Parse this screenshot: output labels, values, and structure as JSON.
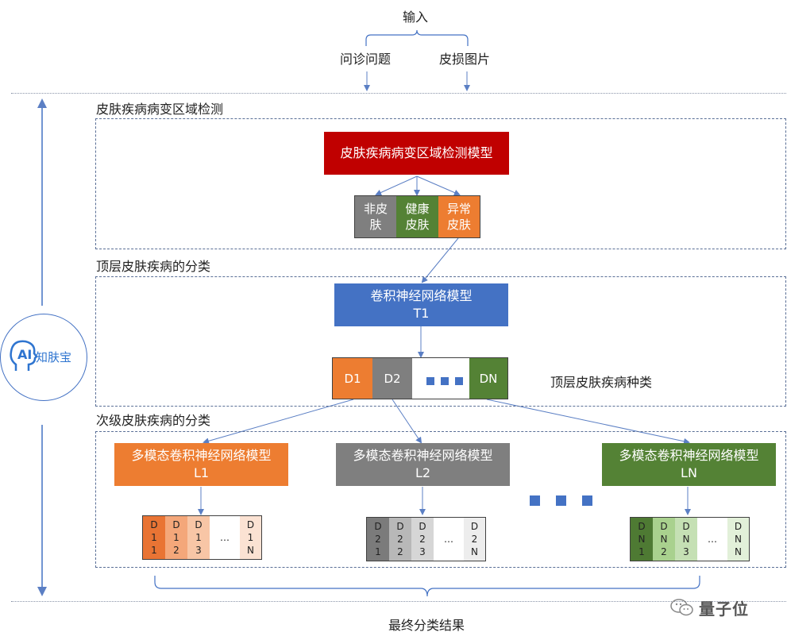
{
  "top": {
    "input": "输入",
    "left_input": "问诊问题",
    "right_input": "皮损图片"
  },
  "section1": {
    "title": "皮肤疾病病变区域检测",
    "model": "皮肤疾病病变区域检测模型",
    "cells": [
      {
        "lines": [
          "非皮",
          "肤"
        ],
        "color": "#7f7f7f"
      },
      {
        "lines": [
          "健康",
          "皮肤"
        ],
        "color": "#548235"
      },
      {
        "lines": [
          "异常",
          "皮肤"
        ],
        "color": "#ed7d31"
      }
    ]
  },
  "section2": {
    "title": "顶层皮肤疾病的分类",
    "model_line1": "卷积神经网络模型",
    "model_line2": "T1",
    "cells": [
      "D1",
      "D2",
      "DN"
    ],
    "side_label": "顶层皮肤疾病种类"
  },
  "section3": {
    "title": "次级皮肤疾病的分类",
    "models": [
      {
        "line1": "多模态卷积神经网络模型",
        "line2": "L1",
        "color": "#ed7d31"
      },
      {
        "line1": "多模态卷积神经网络模型",
        "line2": "L2",
        "color": "#7f7f7f"
      },
      {
        "line1": "多模态卷积神经网络模型",
        "line2": "LN",
        "color": "#548235"
      }
    ],
    "groups": [
      {
        "cells": [
          {
            "chars": [
              "D",
              "1",
              "1"
            ],
            "bg": "#e97434",
            "fg": "#222"
          },
          {
            "chars": [
              "D",
              "1",
              "2"
            ],
            "bg": "#f4a77a",
            "fg": "#222"
          },
          {
            "chars": [
              "D",
              "1",
              "3"
            ],
            "bg": "#f8c6a6",
            "fg": "#222"
          },
          {
            "chars": [
              "…"
            ],
            "bg": "#ffffff",
            "fg": "#222"
          },
          {
            "chars": [
              "D",
              "1",
              "N"
            ],
            "bg": "#fbe2d3",
            "fg": "#222"
          }
        ]
      },
      {
        "cells": [
          {
            "chars": [
              "D",
              "2",
              "1"
            ],
            "bg": "#7b7b7b",
            "fg": "#222"
          },
          {
            "chars": [
              "D",
              "2",
              "2"
            ],
            "bg": "#b8b8b8",
            "fg": "#222"
          },
          {
            "chars": [
              "D",
              "2",
              "3"
            ],
            "bg": "#d6d6d6",
            "fg": "#222"
          },
          {
            "chars": [
              "…"
            ],
            "bg": "#ffffff",
            "fg": "#222"
          },
          {
            "chars": [
              "D",
              "2",
              "N"
            ],
            "bg": "#ededed",
            "fg": "#222"
          }
        ]
      },
      {
        "cells": [
          {
            "chars": [
              "D",
              "N",
              "1"
            ],
            "bg": "#4e7a33",
            "fg": "#222"
          },
          {
            "chars": [
              "D",
              "N",
              "2"
            ],
            "bg": "#a9d18e",
            "fg": "#222"
          },
          {
            "chars": [
              "D",
              "N",
              "3"
            ],
            "bg": "#c5e0b4",
            "fg": "#222"
          },
          {
            "chars": [
              "…"
            ],
            "bg": "#ffffff",
            "fg": "#222"
          },
          {
            "chars": [
              "D",
              "N",
              "N"
            ],
            "bg": "#e2f0d9",
            "fg": "#222"
          }
        ]
      }
    ]
  },
  "bottom": {
    "result": "最终分类结果"
  },
  "logo": {
    "ai": "AI",
    "name": "知肤宝"
  },
  "watermark": {
    "text": "量子位"
  },
  "colors": {
    "red": "#c00000",
    "blue": "#4472c4",
    "orange": "#ed7d31",
    "gray": "#7f7f7f",
    "green": "#548235",
    "line": "#5b7fc4",
    "dashed": "#5a6f96"
  }
}
